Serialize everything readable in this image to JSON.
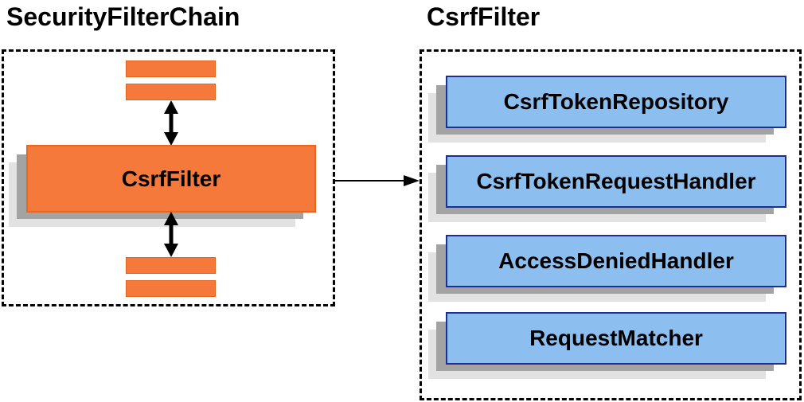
{
  "diagram": {
    "left_panel": {
      "title": "SecurityFilterChain",
      "main_box_label": "CsrfFilter",
      "other_filter_bars_count": 4
    },
    "right_panel": {
      "title": "CsrfFilter",
      "components": [
        "CsrfTokenRepository",
        "CsrfTokenRequestHandler",
        "AccessDeniedHandler",
        "RequestMatcher"
      ]
    },
    "icons": {
      "vertical_double_arrow": "double-headed-arrow",
      "right_arrow": "arrow-right"
    },
    "colors": {
      "orange_fill": "#F4793B",
      "orange_border": "#E8661F",
      "blue_fill": "#8CBFF0",
      "blue_border": "#1E2F8F",
      "shadow_dark": "#A3A3A3",
      "shadow_light": "#E2E2E2",
      "line": "#000000",
      "background": "#FFFFFF"
    }
  }
}
